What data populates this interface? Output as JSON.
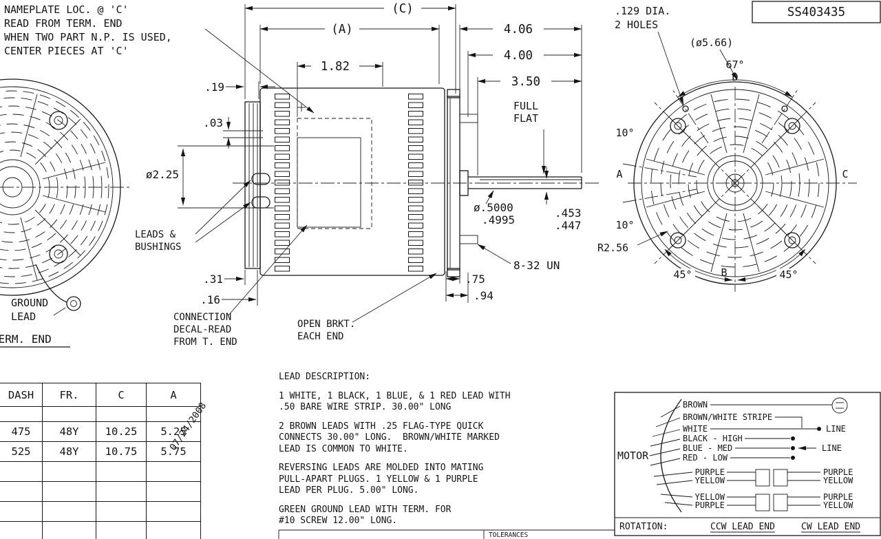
{
  "part_number": "SS403435",
  "notes": {
    "nameplate": [
      "NAMEPLATE LOC. @ 'C'",
      "READ FROM TERM. END",
      "WHEN TWO PART N.P. IS USED,",
      "CENTER PIECES AT 'C'"
    ]
  },
  "left_view": {
    "ground_lead": [
      "GROUND",
      "LEAD"
    ],
    "term_end": "TERM. END"
  },
  "side_view": {
    "dim_c": "(C)",
    "dim_a": "(A)",
    "dim_406": "4.06",
    "dim_400": "4.00",
    "dim_350": "3.50",
    "full_flat": [
      "FULL",
      "FLAT"
    ],
    "dim_182": "1.82",
    "dim_19": ".19",
    "dim_03": ".03",
    "dim_225": "ø2.25",
    "dim_31": ".31",
    "dim_16": ".16",
    "shaft_dia": [
      "ø.5000",
      ".4995"
    ],
    "flat_depth": [
      ".453",
      ".447"
    ],
    "dim_75": ".75",
    "dim_94": ".94",
    "thread": "8-32 UN",
    "leads_bushings": [
      "LEADS &",
      "BUSHINGS"
    ],
    "connection_decal": [
      "CONNECTION",
      "DECAL-READ",
      "FROM T. END"
    ],
    "open_bracket": [
      "OPEN BRKT.",
      "EACH END"
    ]
  },
  "end_view": {
    "holes": [
      ".129 DIA.",
      "2 HOLES"
    ],
    "dia": "(ø5.66)",
    "angle_67": "67°",
    "label_d": "D",
    "angle_10_top": "10°",
    "angle_10_bottom": "10°",
    "label_a": "A",
    "label_b": "B",
    "label_c": "C",
    "radius": "R2.56",
    "angle_45_left": "45°",
    "angle_45_right": "45°"
  },
  "table": {
    "headers": [
      "DASH",
      "FR.",
      "C",
      "A"
    ],
    "rows": [
      [
        "475",
        "48Y",
        "10.25",
        "5.25"
      ],
      [
        "525",
        "48Y",
        "10.75",
        "5.75"
      ]
    ],
    "date": "07/24/2008"
  },
  "lead_description": {
    "lines": [
      "LEAD DESCRIPTION:",
      "1 WHITE, 1 BLACK, 1 BLUE, & 1 RED LEAD WITH",
      ".50 BARE WIRE STRIP. 30.00\" LONG",
      "2 BROWN LEADS WITH .25 FLAG-TYPE QUICK",
      "CONNECTS 30.00\" LONG.  BROWN/WHITE MARKED",
      "LEAD IS COMMON TO WHITE.",
      "REVERSING LEADS ARE MOLDED INTO MATING",
      "PULL-APART PLUGS. 1 YELLOW & 1 PURPLE",
      "LEAD PER PLUG. 5.00\" LONG.",
      "GREEN GROUND LEAD WITH TERM. FOR",
      "#10 SCREW 12.00\" LONG."
    ]
  },
  "wiring": {
    "motor": "MOTOR",
    "leads": [
      "BROWN",
      "BROWN/WHITE STRIPE",
      "WHITE",
      "BLACK - HIGH",
      "BLUE - MED",
      "RED - LOW"
    ],
    "line_top": "LINE",
    "line_bottom": "LINE",
    "plug1_left": [
      "PURPLE",
      "YELLOW"
    ],
    "plug1_right": [
      "PURPLE",
      "YELLOW"
    ],
    "plug2_left": [
      "YELLOW",
      "PURPLE"
    ],
    "plug2_right": [
      "PURPLE",
      "YELLOW"
    ],
    "rotation_label": "ROTATION:",
    "ccw": "CCW LEAD END",
    "cw": "CW LEAD END"
  },
  "title_block": {
    "tolerances": "TOLERANCES"
  }
}
